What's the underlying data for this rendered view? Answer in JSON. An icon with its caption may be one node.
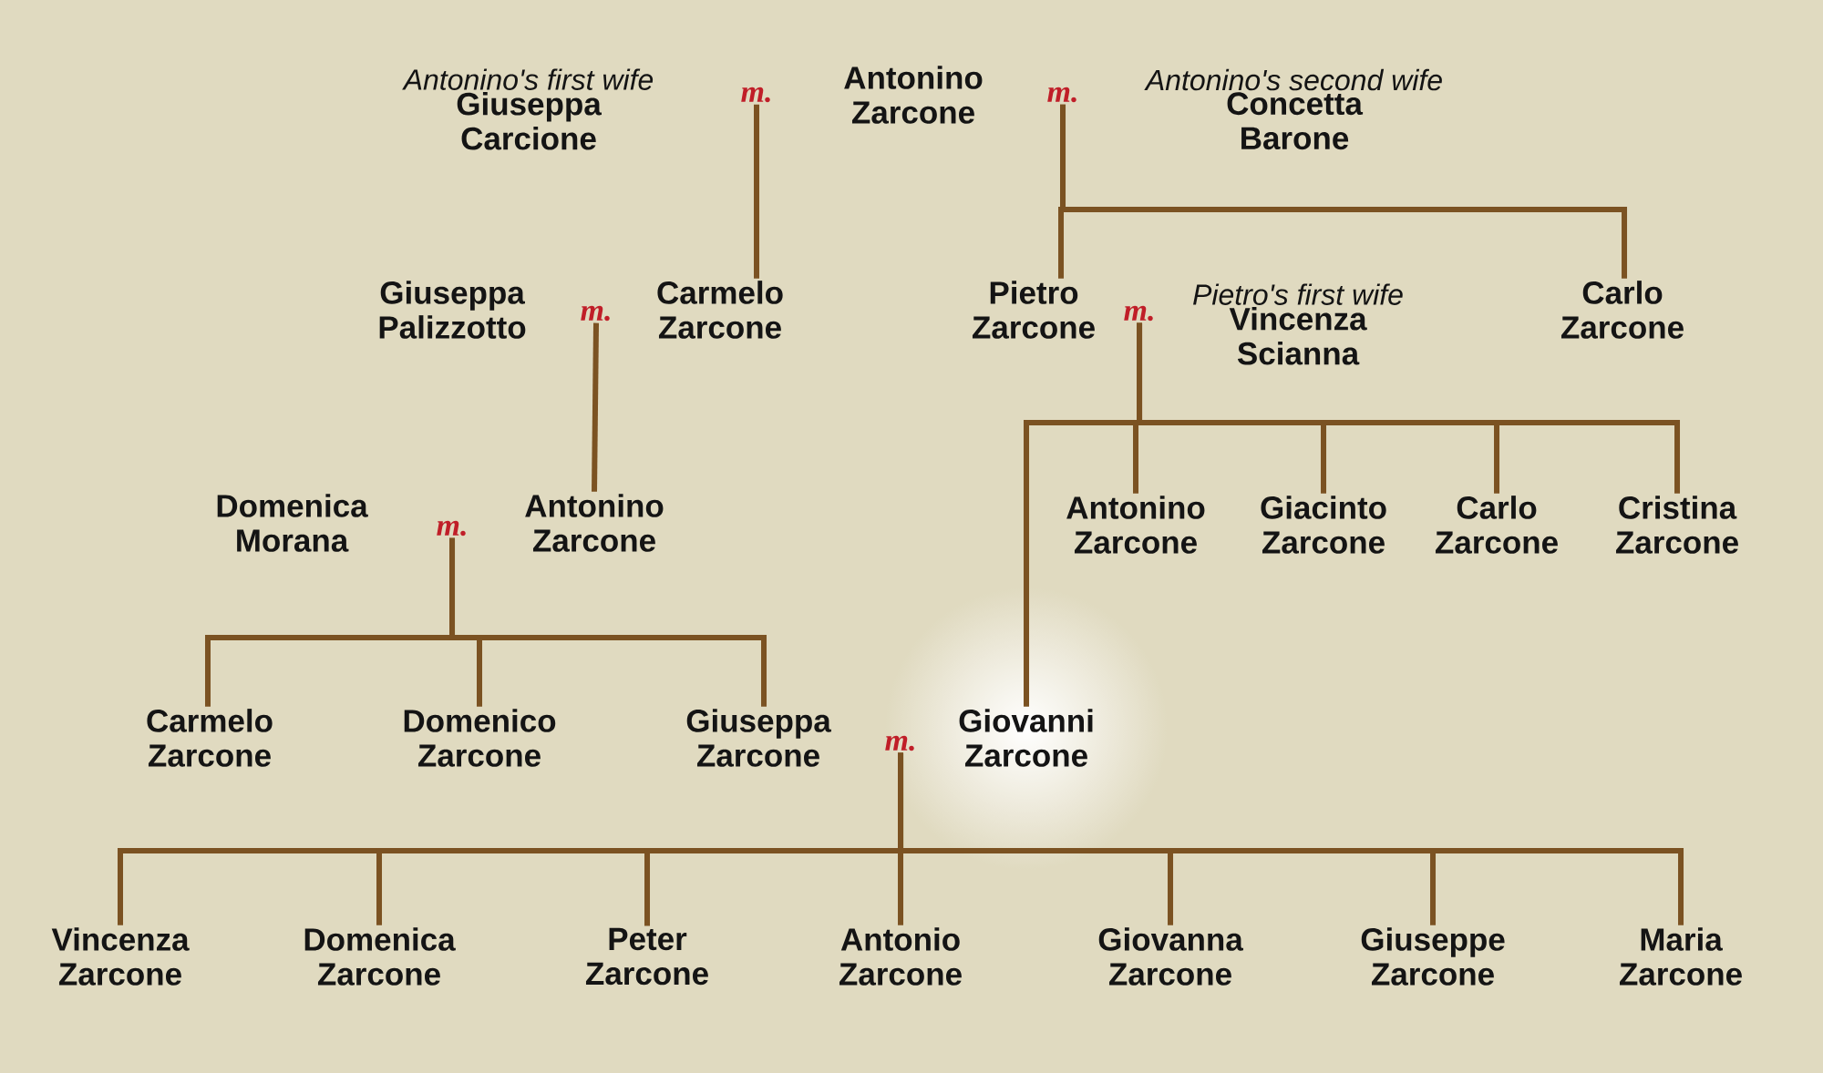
{
  "diagram": {
    "nodes": [
      {
        "text": [
          "Antonino's first wife",
          "Giuseppa Carcione"
        ]
      },
      {
        "text": [
          "m."
        ]
      },
      {
        "text": [
          "Antonino Zarcone"
        ]
      },
      {
        "text": [
          "m."
        ]
      },
      {
        "text": [
          "Antonino's second wife",
          "Concetta Barone"
        ]
      },
      {
        "text": [
          "Giuseppa Palizzotto"
        ]
      },
      {
        "text": [
          "m."
        ]
      },
      {
        "text": [
          "Carmelo Zarcone"
        ]
      },
      {
        "text": [
          "Pietro Zarcone"
        ]
      },
      {
        "text": [
          "m."
        ]
      },
      {
        "text": [
          "Pietro's first wife",
          "Vincenza Scianna"
        ]
      },
      {
        "text": [
          "Carlo Zarcone"
        ]
      },
      {
        "text": [
          "Domenica Morana"
        ]
      },
      {
        "text": [
          "m."
        ]
      },
      {
        "text": [
          "Antonino Zarcone"
        ]
      },
      {
        "text": [
          "Antonino Zarcone"
        ]
      },
      {
        "text": [
          "Giacinto Zarcone"
        ]
      },
      {
        "text": [
          "Carlo Zarcone"
        ]
      },
      {
        "text": [
          "Cristina Zarcone"
        ]
      },
      {
        "text": [
          "Carmelo Zarcone"
        ]
      },
      {
        "text": [
          "Domenico Zarcone"
        ]
      },
      {
        "text": [
          "Giuseppa Zarcone"
        ]
      },
      {
        "text": [
          "m."
        ]
      },
      {
        "text": [
          "Giovanni Zarcone"
        ]
      },
      {
        "text": [
          "Vincenza Zarcone"
        ]
      },
      {
        "text": [
          "Domenica Zarcone"
        ]
      },
      {
        "text": [
          "Peter Zarcone"
        ]
      },
      {
        "text": [
          "Antonio Zarcone"
        ]
      },
      {
        "text": [
          "Giovanna Zarcone"
        ]
      },
      {
        "text": [
          "Giuseppe Zarcone"
        ]
      },
      {
        "text": [
          "Maria Zarcone"
        ]
      }
    ],
    "edges": [
      {
        "from": 1,
        "to": 7,
        "arrow": "none"
      },
      {
        "from": 3,
        "to": 8,
        "arrow": "none"
      },
      {
        "from": 3,
        "to": 11,
        "arrow": "none"
      },
      {
        "from": 6,
        "to": 14,
        "arrow": "none"
      },
      {
        "from": 9,
        "to": 23,
        "arrow": "none"
      },
      {
        "from": 9,
        "to": 15,
        "arrow": "none"
      },
      {
        "from": 9,
        "to": 16,
        "arrow": "none"
      },
      {
        "from": 9,
        "to": 17,
        "arrow": "none"
      },
      {
        "from": 9,
        "to": 18,
        "arrow": "none"
      },
      {
        "from": 13,
        "to": 19,
        "arrow": "none"
      },
      {
        "from": 13,
        "to": 20,
        "arrow": "none"
      },
      {
        "from": 13,
        "to": 21,
        "arrow": "none"
      },
      {
        "from": 22,
        "to": 24,
        "arrow": "none"
      },
      {
        "from": 22,
        "to": 25,
        "arrow": "none"
      },
      {
        "from": 22,
        "to": 26,
        "arrow": "none"
      },
      {
        "from": 22,
        "to": 27,
        "arrow": "none"
      },
      {
        "from": 22,
        "to": 28,
        "arrow": "none"
      },
      {
        "from": 22,
        "to": 29,
        "arrow": "none"
      },
      {
        "from": 22,
        "to": 30,
        "arrow": "none"
      }
    ]
  }
}
